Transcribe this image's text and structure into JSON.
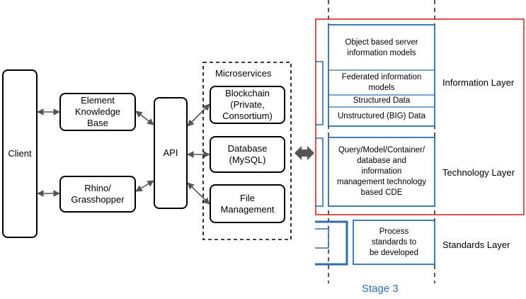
{
  "left": {
    "client": "Client",
    "element_kb": "Element\nKnowledge\nBase",
    "rhino": "Rhino/\nGrasshopper",
    "api": "API"
  },
  "microservices": {
    "title": "Microservices",
    "items": [
      "Blockchain\n(Private,\nConsortium)",
      "Database\n(MySQL)",
      "File\nManagement"
    ]
  },
  "stage3": {
    "info_cells": [
      "Object based server\ninformation models",
      "Federated information\nmodels",
      "Structured Data",
      "Unstructured (BIG) Data"
    ],
    "technology_cell": "Query/Model/Container/\ndatabase and\ninformation\nmanagement technology\nbased CDE",
    "standards_cell": "Process\nstandards to\nbe developed",
    "caption": "Stage 3"
  },
  "layers": {
    "information": "Information Layer",
    "technology": "Technology Layer",
    "standards": "Standards Layer"
  },
  "colors": {
    "blue": "#2e6db3",
    "red": "#e02424",
    "arrow": "#555555"
  }
}
